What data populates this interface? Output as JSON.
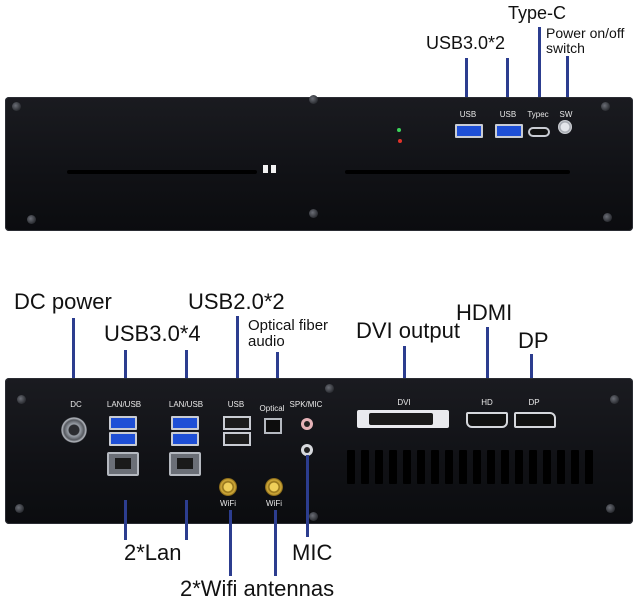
{
  "top_panel": {
    "callouts": {
      "type_c": "Type-C",
      "usb3_x2": "USB3.0*2",
      "power": "Power on/off\nswitch"
    },
    "port_labels": [
      "USB",
      "USB",
      "Typec",
      "SW"
    ]
  },
  "bottom_panel": {
    "callouts": {
      "dc_power": "DC power",
      "usb2_x2": "USB2.0*2",
      "usb3_x4": "USB3.0*4",
      "optical": "Optical fiber\naudio",
      "dvi": "DVI output",
      "hdmi": "HDMI",
      "dp": "DP",
      "lan": "2*Lan",
      "mic": "MIC",
      "wifi": "2*Wifi antennas"
    },
    "port_labels": {
      "dc": "DC",
      "lan_usb_1": "LAN/USB",
      "lan_usb_2": "LAN/USB",
      "usb": "USB",
      "optical": "Optical",
      "spk_mic": "SPK/MIC",
      "dvi": "DVI",
      "hd": "HD",
      "dp": "DP",
      "wifi_1": "WiFi",
      "wifi_2": "WiFi"
    }
  },
  "colors": {
    "callout_line": "#2c3d8f",
    "usb3_blue": "#1e4fd6",
    "chassis": "#121318"
  }
}
